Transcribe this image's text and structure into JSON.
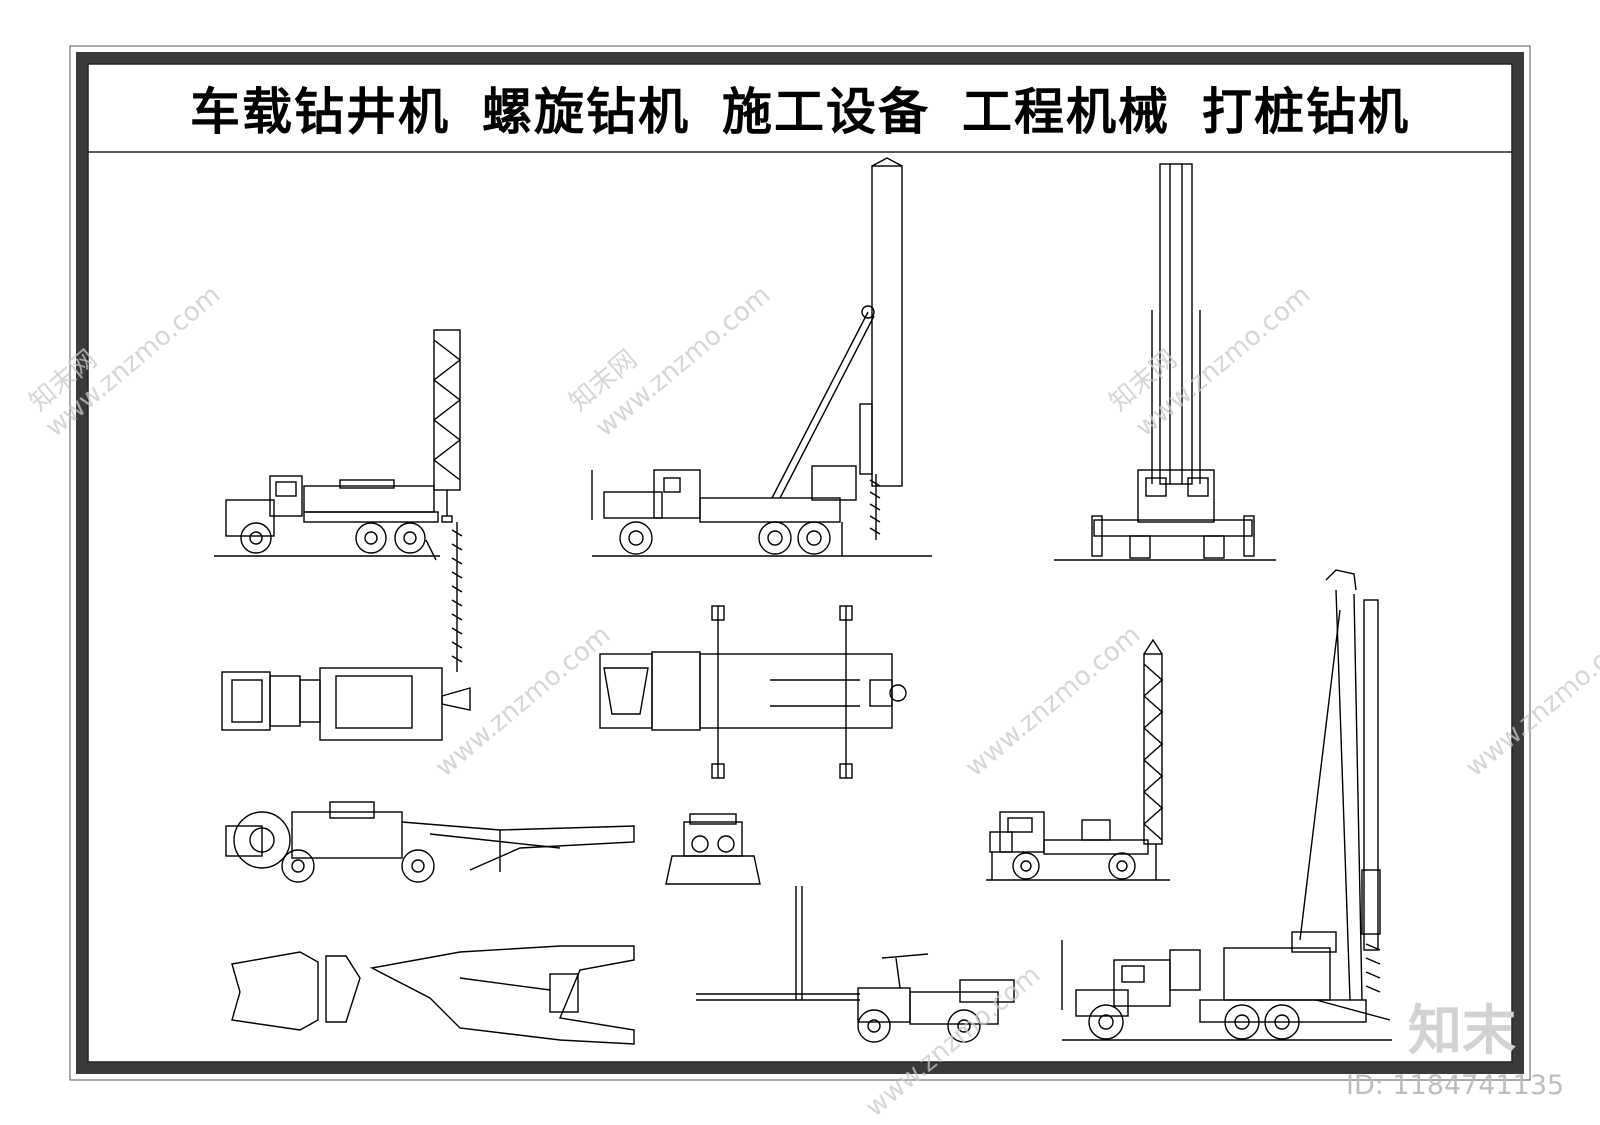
{
  "title": {
    "w1": "车载钻井机",
    "w2": "螺旋钻机",
    "w3": "施工设备",
    "w4": "工程机械",
    "w5": "打桩钻机"
  },
  "watermark": {
    "text": "www.znzmo.com",
    "cn": "知末网",
    "brand": "知末",
    "id": "ID: 1184741135"
  }
}
